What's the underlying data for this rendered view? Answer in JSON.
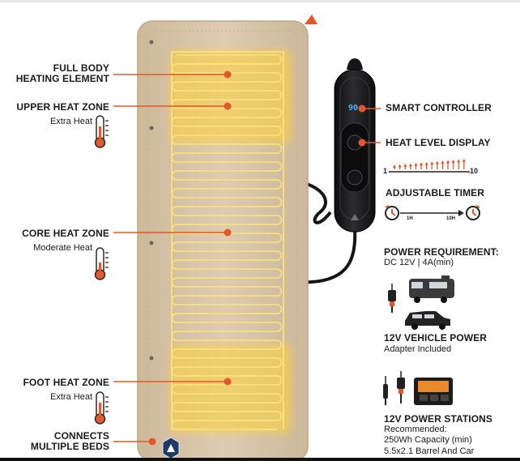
{
  "left_labels": {
    "full_body_line1": "FULL BODY",
    "full_body_line2": "HEATING ELEMENT",
    "upper_zone": "UPPER HEAT ZONE",
    "upper_sub": "Extra Heat",
    "core_zone": "CORE HEAT ZONE",
    "core_sub": "Moderate Heat",
    "foot_zone": "FOOT HEAT ZONE",
    "foot_sub": "Extra Heat",
    "connects_line1": "CONNECTS",
    "connects_line2": "MULTIPLE BEDS"
  },
  "right_labels": {
    "smart_controller": "SMART CONTROLLER",
    "heat_level_display": "HEAT LEVEL DISPLAY",
    "heat_min": "1",
    "heat_max": "10",
    "adjustable_timer": "ADJUSTABLE TIMER",
    "timer_min": "1H",
    "timer_max": "10H",
    "power_title": "POWER REQUIREMENT:",
    "power_value": "DC 12V | 4A(min)",
    "vehicle_title": "12V VEHICLE POWER",
    "vehicle_sub": "Adapter Included",
    "stations_title": "12V POWER STATIONS",
    "stations_l1": "Recommended:",
    "stations_l2": "250Wh Capacity (min)",
    "stations_l3": "5.5x2.1 Barrel And Car"
  },
  "controller": {
    "display": "90"
  },
  "colors": {
    "accent": "#e2582a",
    "pad": "#d8c7ab",
    "glow": "#ffcf3a",
    "controller": "#1b1b1d"
  },
  "icons": [
    "thermometer-icon",
    "clock-icon",
    "car-plug-icon",
    "rv-icon",
    "suv-icon",
    "power-station-icon",
    "barrel-plug-icon"
  ]
}
